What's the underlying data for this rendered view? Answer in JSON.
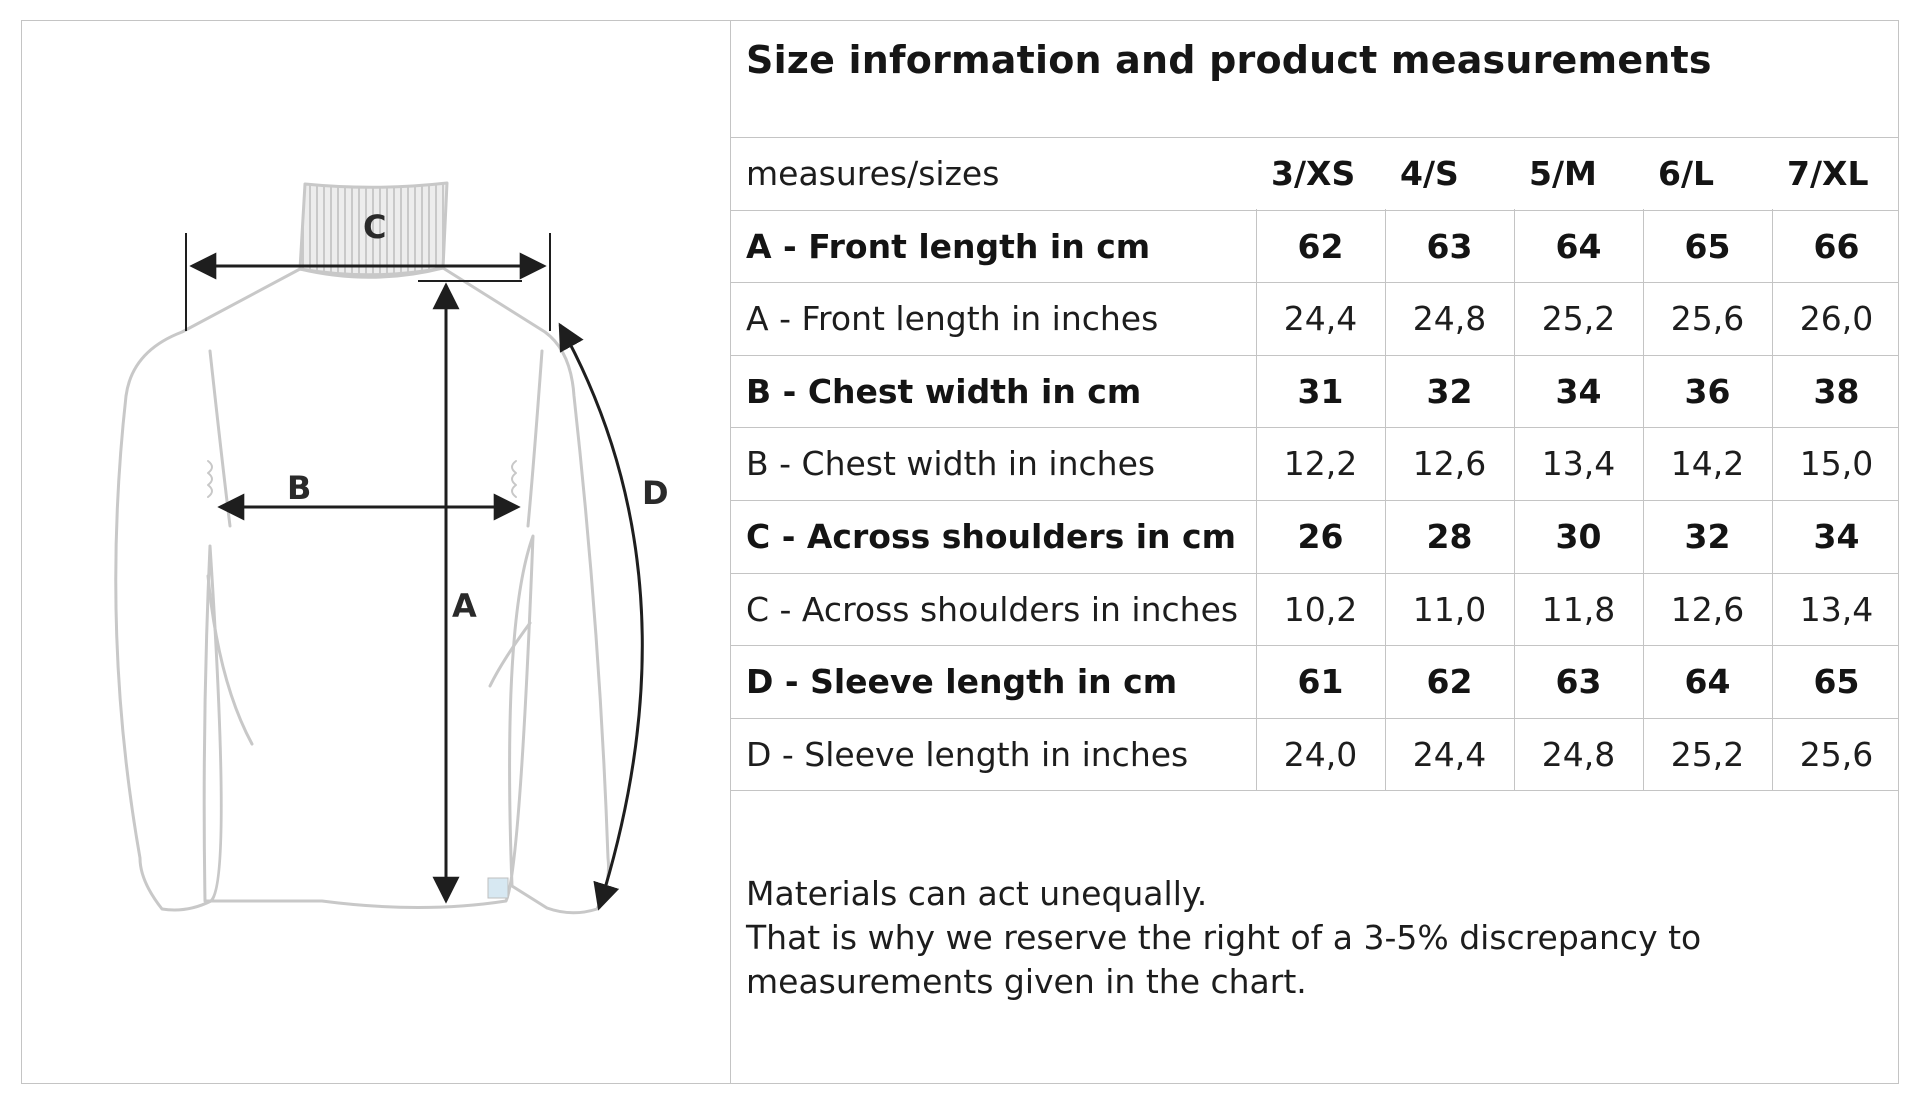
{
  "illustration": {
    "icon": "turtleneck-sweater-icon",
    "labels": {
      "a": "A",
      "b": "B",
      "c": "C",
      "d": "D"
    }
  },
  "title": "Size information and product measurements",
  "table": {
    "header_label": "measures/sizes",
    "sizes": [
      "3/XS",
      "4/S",
      "5/M",
      "6/L",
      "7/XL"
    ],
    "rows": [
      {
        "label": "A - Front length in cm",
        "values": [
          "62",
          "63",
          "64",
          "65",
          "66"
        ],
        "bold": true
      },
      {
        "label": "A - Front length in inches",
        "values": [
          "24,4",
          "24,8",
          "25,2",
          "25,6",
          "26,0"
        ],
        "bold": false
      },
      {
        "label": "B - Chest width in cm",
        "values": [
          "31",
          "32",
          "34",
          "36",
          "38"
        ],
        "bold": true
      },
      {
        "label": "B - Chest width in inches",
        "values": [
          "12,2",
          "12,6",
          "13,4",
          "14,2",
          "15,0"
        ],
        "bold": false
      },
      {
        "label": "C - Across shoulders in cm",
        "values": [
          "26",
          "28",
          "30",
          "32",
          "34"
        ],
        "bold": true
      },
      {
        "label": "C - Across shoulders in inches",
        "values": [
          "10,2",
          "11,0",
          "11,8",
          "12,6",
          "13,4"
        ],
        "bold": false
      },
      {
        "label": "D - Sleeve length in cm",
        "values": [
          "61",
          "62",
          "63",
          "64",
          "65"
        ],
        "bold": true
      },
      {
        "label": "D - Sleeve length in inches",
        "values": [
          "24,0",
          "24,4",
          "24,8",
          "25,2",
          "25,6"
        ],
        "bold": false
      }
    ]
  },
  "note": {
    "lines": [
      "Materials can act unequally.",
      "That is why we reserve the right of a 3-5% discrepancy to",
      "measurements given in the chart."
    ]
  }
}
